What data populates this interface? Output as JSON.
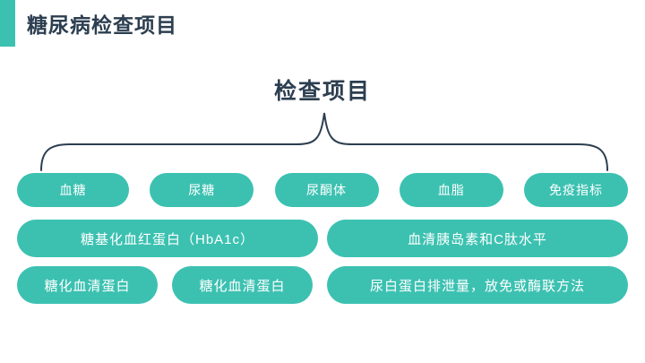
{
  "header": {
    "title": "糖尿病检查项目",
    "accent_color": "#3CC1B1",
    "title_color": "#2C3E50"
  },
  "diagram": {
    "title": "检查项目",
    "brace_color": "#2C3E50",
    "pill_color": "#3CC1B1",
    "pill_text_color": "#FFFFFF",
    "rows": [
      {
        "items": [
          {
            "label": "血糖"
          },
          {
            "label": "尿糖"
          },
          {
            "label": "尿酮体"
          },
          {
            "label": "血脂"
          },
          {
            "label": "免疫指标"
          }
        ]
      },
      {
        "items": [
          {
            "label": "糖基化血红蛋白（HbA1c）"
          },
          {
            "label": "血清胰岛素和C肽水平"
          }
        ]
      },
      {
        "items": [
          {
            "label": "糖化血清蛋白"
          },
          {
            "label": "糖化血清蛋白"
          },
          {
            "label": "尿白蛋白排泄量，放免或酶联方法"
          }
        ]
      }
    ]
  }
}
